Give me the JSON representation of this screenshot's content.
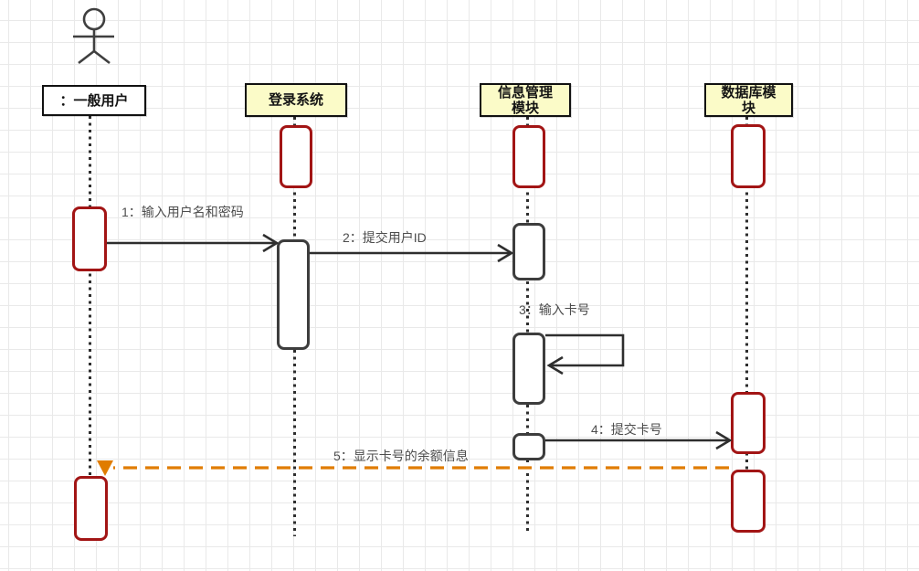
{
  "diagram": {
    "type": "uml-sequence",
    "participants": [
      {
        "id": "user",
        "label": "：一般用户",
        "kind": "actor"
      },
      {
        "id": "login",
        "label": "登录系统",
        "kind": "object"
      },
      {
        "id": "info",
        "label": "信息管理模块",
        "kind": "object"
      },
      {
        "id": "db",
        "label": "数据库模块",
        "kind": "object"
      }
    ],
    "messages": [
      {
        "seq": "1",
        "label": "1：输入用户名和密码",
        "from": "user",
        "to": "login",
        "style": "solid"
      },
      {
        "seq": "2",
        "label": "2：提交用户ID",
        "from": "login",
        "to": "info",
        "style": "solid"
      },
      {
        "seq": "3",
        "label": "3：输入卡号",
        "from": "info",
        "to": "info",
        "style": "solid-self"
      },
      {
        "seq": "4",
        "label": "4：提交卡号",
        "from": "info",
        "to": "db",
        "style": "solid"
      },
      {
        "seq": "5",
        "label": "5：显示卡号的余额信息",
        "from": "db",
        "to": "user",
        "style": "dashed-return"
      }
    ],
    "colors": {
      "participant_fill": "#fbfbc8",
      "activation_red": "#a21515",
      "activation_gray": "#3d3d3d",
      "message_line": "#2e2e2e",
      "return_orange": "#e07c00",
      "grid": "#e9e9e9"
    }
  }
}
